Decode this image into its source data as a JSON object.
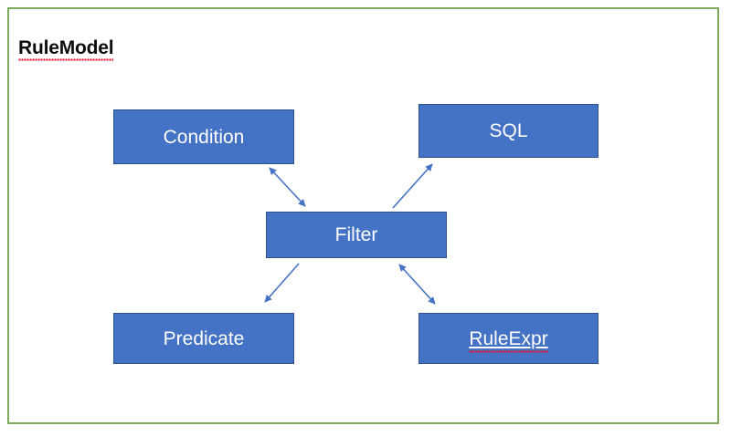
{
  "slide": {
    "title": "RuleModel",
    "title_misspelled": true,
    "border_color": "#7cab5b",
    "background_color": "#ffffff"
  },
  "theme": {
    "node_fill": "#4472c4",
    "node_border": "#2f528f",
    "node_text": "#ffffff",
    "connector_color": "#4472c4",
    "title_color": "#0d0d0d",
    "spellcheck_underline": "#e8112d"
  },
  "diagram": {
    "type": "node-link",
    "nodes": [
      {
        "id": "condition",
        "label": "Condition",
        "misspelled": false
      },
      {
        "id": "sql",
        "label": "SQL",
        "misspelled": false
      },
      {
        "id": "filter",
        "label": "Filter",
        "misspelled": false
      },
      {
        "id": "predicate",
        "label": "Predicate",
        "misspelled": false
      },
      {
        "id": "ruleexpr",
        "label": "RuleExpr",
        "misspelled": true
      }
    ],
    "edges": [
      {
        "from": "condition",
        "to": "filter",
        "arrow": "double"
      },
      {
        "from": "filter",
        "to": "sql",
        "arrow": "single"
      },
      {
        "from": "filter",
        "to": "predicate",
        "arrow": "single"
      },
      {
        "from": "filter",
        "to": "ruleexpr",
        "arrow": "double"
      }
    ]
  }
}
